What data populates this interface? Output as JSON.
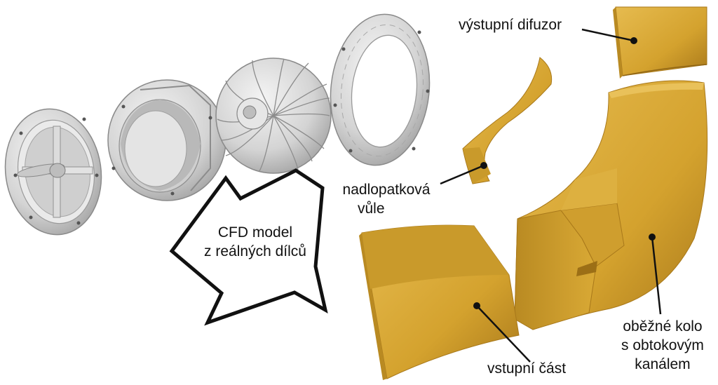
{
  "arrow_label": {
    "line1": "CFD model",
    "line2": "z reálných dílců"
  },
  "labels": {
    "outlet_diffuser": "výstupní difuzor",
    "tip_clearance": {
      "line1": "nadlopatková",
      "line2": "vůle"
    },
    "inlet_part": "vstupní část",
    "impeller": {
      "line1": "oběžné kolo",
      "line2": "s obtokovým",
      "line3": "kanálem"
    }
  },
  "colors": {
    "cfd_domain": "#d4a22e",
    "cfd_domain_dark": "#a8781a",
    "cfd_domain_light": "#e8bf55",
    "metal_part": "#d8d8d8",
    "metal_part_dark": "#9a9a9a",
    "outline": "#111111"
  },
  "parts": {
    "real_parts": [
      "inlet-flange-part",
      "inlet-casing-part",
      "impeller-wheel-part",
      "diffuser-ring-part"
    ],
    "cfd_parts": [
      "inlet-domain",
      "impeller-domain",
      "outlet-diffuser-domain",
      "tip-clearance-domain"
    ]
  }
}
